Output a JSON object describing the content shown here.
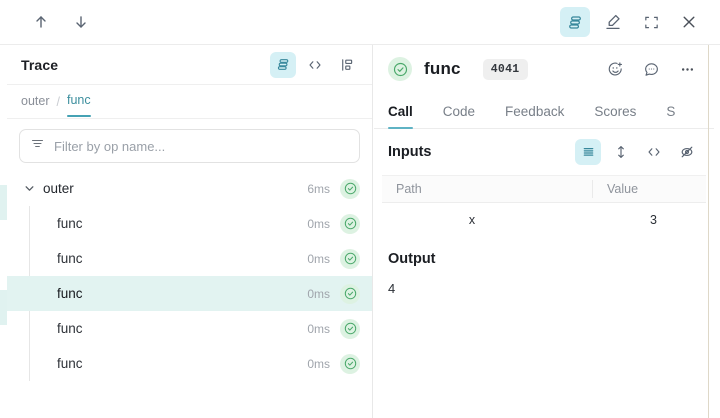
{
  "topbar": {
    "nav_up_icon": "arrow-up-icon",
    "nav_down_icon": "arrow-down-icon",
    "stack_icon": "stacked-layers-icon",
    "highlighter_icon": "highlighter-pen-icon",
    "fullscreen_icon": "expand-fullscreen-icon",
    "close_icon": "close-x-icon"
  },
  "trace_panel": {
    "title": "Trace",
    "header_icons": [
      "stacked-layers-icon",
      "code-brackets-icon",
      "tree-hierarchy-icon"
    ],
    "breadcrumb": {
      "parent": "outer",
      "separator": "/",
      "current": "func"
    },
    "filter": {
      "placeholder": "Filter by op name...",
      "value": "",
      "icon": "filter-lines-icon"
    },
    "rows": [
      {
        "label": "outer",
        "duration": "6ms",
        "depth": 0,
        "expanded": true,
        "selected": false,
        "status": "success"
      },
      {
        "label": "func",
        "duration": "0ms",
        "depth": 1,
        "expanded": false,
        "selected": false,
        "status": "success"
      },
      {
        "label": "func",
        "duration": "0ms",
        "depth": 1,
        "expanded": false,
        "selected": false,
        "status": "success"
      },
      {
        "label": "func",
        "duration": "0ms",
        "depth": 1,
        "expanded": false,
        "selected": true,
        "status": "success"
      },
      {
        "label": "func",
        "duration": "0ms",
        "depth": 1,
        "expanded": false,
        "selected": false,
        "status": "success"
      },
      {
        "label": "func",
        "duration": "0ms",
        "depth": 1,
        "expanded": false,
        "selected": false,
        "status": "success"
      }
    ]
  },
  "detail_panel": {
    "status": "success",
    "title": "func",
    "badge": "4041",
    "actions": [
      "add-reaction-icon",
      "comment-icon",
      "more-options-icon"
    ],
    "tabs": [
      {
        "label": "Call",
        "active": true
      },
      {
        "label": "Code",
        "active": false
      },
      {
        "label": "Feedback",
        "active": false
      },
      {
        "label": "Scores",
        "active": false
      },
      {
        "label": "S",
        "active": false
      }
    ],
    "inputs": {
      "title": "Inputs",
      "view_icons": [
        "list-view-icon",
        "expand-rows-icon",
        "code-brackets-icon",
        "eye-off-icon"
      ],
      "columns": [
        "Path",
        "Value"
      ],
      "rows": [
        {
          "path": "x",
          "value": "3"
        }
      ]
    },
    "output": {
      "title": "Output",
      "value": "4"
    }
  },
  "colors": {
    "accent_teal": "#45a2b4",
    "active_bg": "#d5f0f5",
    "selected_row_bg": "#e2f3f1",
    "status_green": "#4aa86a",
    "status_green_bg": "#ddf2e2"
  }
}
